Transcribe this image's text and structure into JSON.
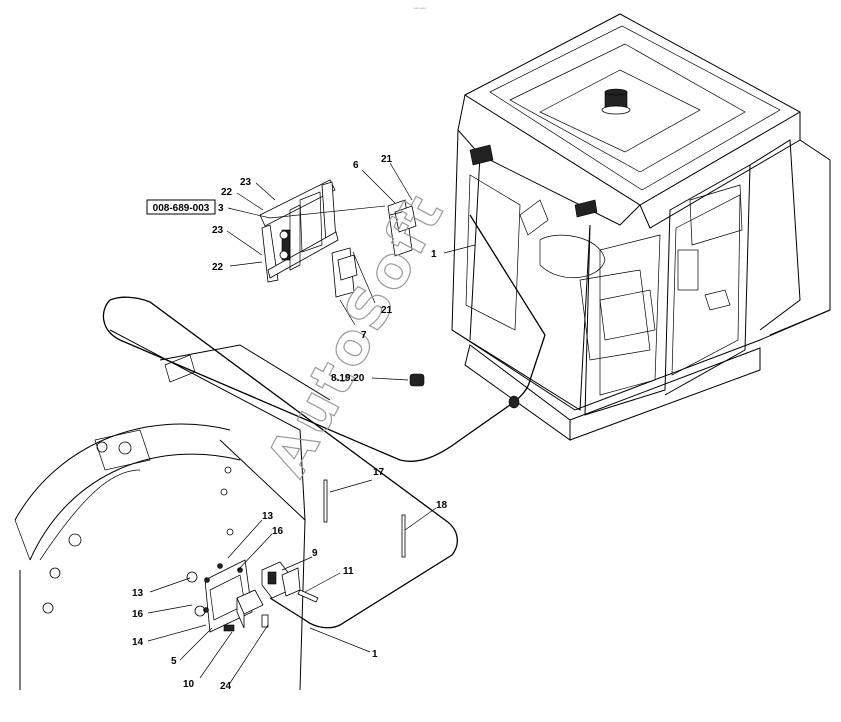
{
  "header": {
    "top_note": "*** ****"
  },
  "watermark": "AutoSoft",
  "part_ref_box": "008-689-003",
  "callouts": [
    {
      "id": "c23a",
      "text": "23"
    },
    {
      "id": "c22a",
      "text": "22"
    },
    {
      "id": "c3",
      "text": "3"
    },
    {
      "id": "c23b",
      "text": "23"
    },
    {
      "id": "c22b",
      "text": "22"
    },
    {
      "id": "c6",
      "text": "6"
    },
    {
      "id": "c21a",
      "text": "21"
    },
    {
      "id": "c21b",
      "text": "21"
    },
    {
      "id": "c7",
      "text": "7"
    },
    {
      "id": "c1a",
      "text": "1"
    },
    {
      "id": "c81920",
      "text": "8.19.20"
    },
    {
      "id": "c17",
      "text": "17"
    },
    {
      "id": "c18",
      "text": "18"
    },
    {
      "id": "c13a",
      "text": "13"
    },
    {
      "id": "c16a",
      "text": "16"
    },
    {
      "id": "c9",
      "text": "9"
    },
    {
      "id": "c11",
      "text": "11"
    },
    {
      "id": "c13b",
      "text": "13"
    },
    {
      "id": "c16b",
      "text": "16"
    },
    {
      "id": "c14",
      "text": "14"
    },
    {
      "id": "c5",
      "text": "5"
    },
    {
      "id": "c10",
      "text": "10"
    },
    {
      "id": "c24",
      "text": "24"
    },
    {
      "id": "c1b",
      "text": "1"
    }
  ]
}
